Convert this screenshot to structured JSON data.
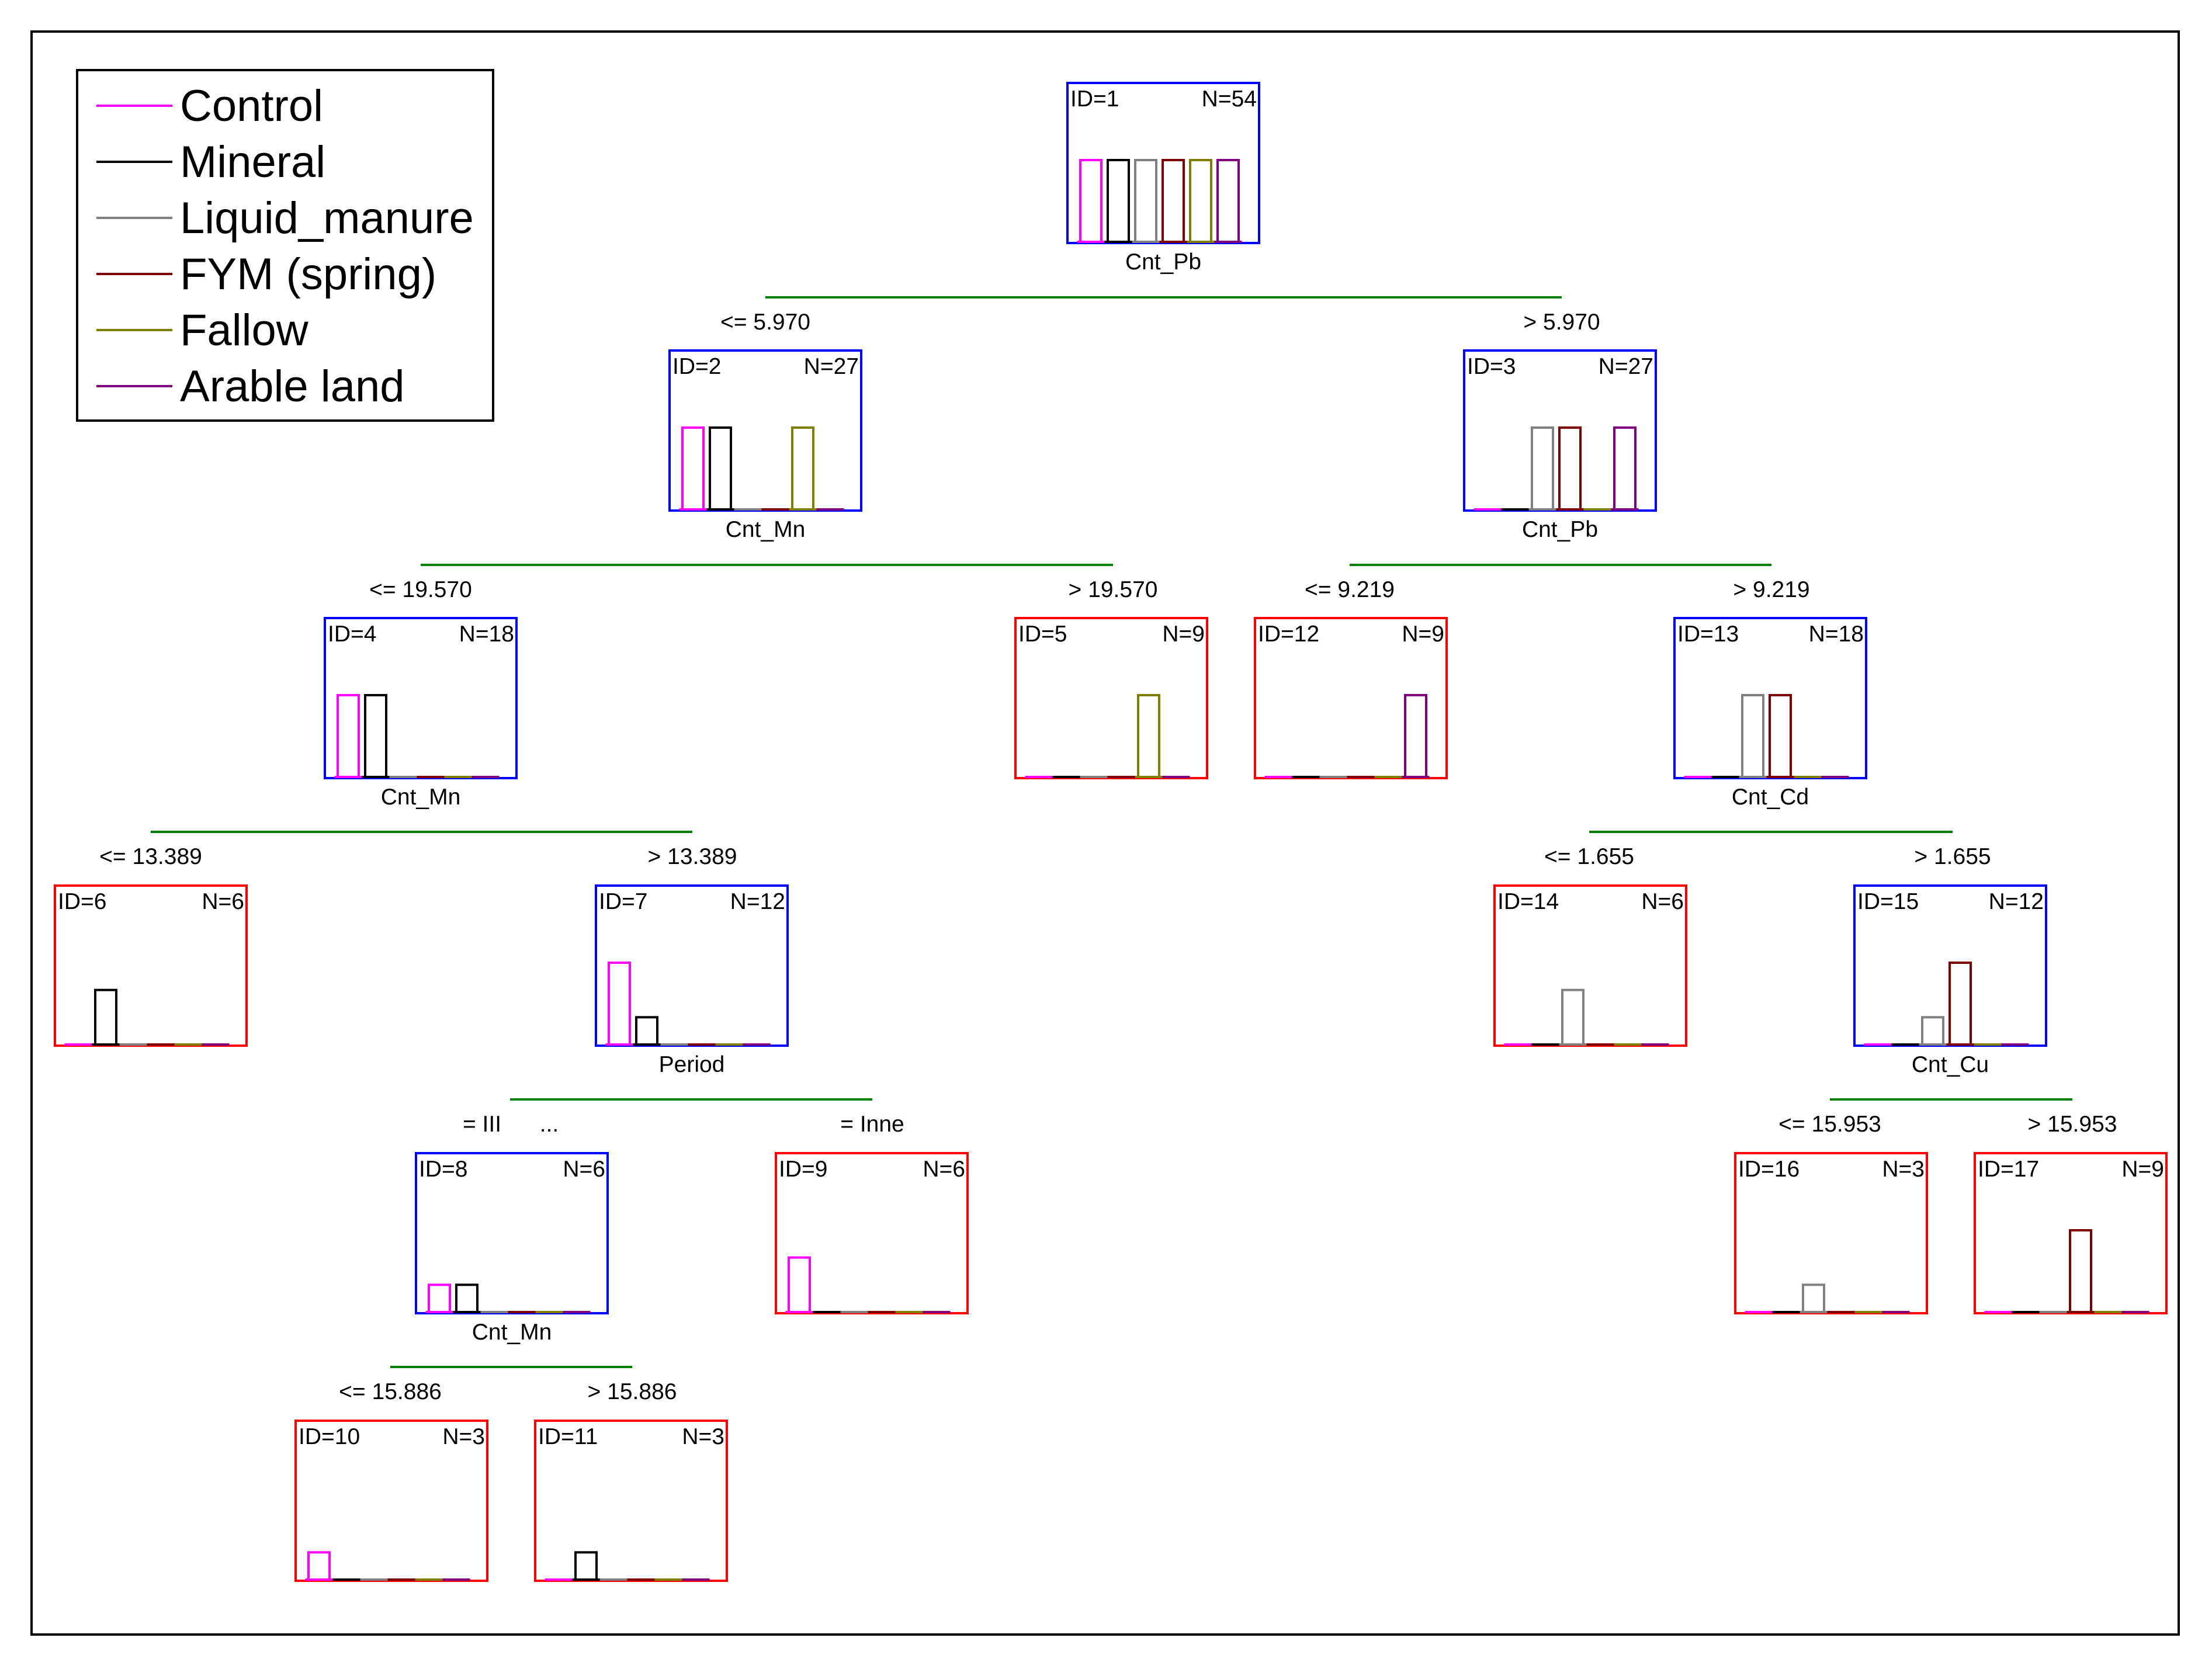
{
  "colors": {
    "split_node_border": "#0000ff",
    "leaf_node_border": "#ff0000",
    "branch_line": "#008000",
    "frame": "#000000"
  },
  "legend": {
    "items": [
      {
        "label": "Control",
        "color": "#ff00ff"
      },
      {
        "label": "Mineral",
        "color": "#000000"
      },
      {
        "label": "Liquid_manure",
        "color": "#808080"
      },
      {
        "label": "FYM (spring)",
        "color": "#800000"
      },
      {
        "label": "Fallow",
        "color": "#808000"
      },
      {
        "label": "Arable land",
        "color": "#800080"
      }
    ]
  },
  "tree": {
    "nodes": [
      {
        "id": "ID=1",
        "n": "N=54",
        "split": "Cnt_Pb",
        "counts": [
          9,
          9,
          9,
          9,
          9,
          9
        ]
      },
      {
        "id": "ID=2",
        "n": "N=27",
        "split": "Cnt_Mn",
        "counts": [
          9,
          9,
          0,
          0,
          9,
          0
        ]
      },
      {
        "id": "ID=3",
        "n": "N=27",
        "split": "Cnt_Pb",
        "counts": [
          0,
          0,
          9,
          9,
          0,
          9
        ]
      },
      {
        "id": "ID=4",
        "n": "N=18",
        "split": "Cnt_Mn",
        "counts": [
          9,
          9,
          0,
          0,
          0,
          0
        ]
      },
      {
        "id": "ID=5",
        "n": "N=9",
        "split": "",
        "counts": [
          0,
          0,
          0,
          0,
          9,
          0
        ]
      },
      {
        "id": "ID=12",
        "n": "N=9",
        "split": "",
        "counts": [
          0,
          0,
          0,
          0,
          0,
          9
        ]
      },
      {
        "id": "ID=13",
        "n": "N=18",
        "split": "Cnt_Cd",
        "counts": [
          0,
          0,
          9,
          9,
          0,
          0
        ]
      },
      {
        "id": "ID=6",
        "n": "N=6",
        "split": "",
        "counts": [
          0,
          6,
          0,
          0,
          0,
          0
        ]
      },
      {
        "id": "ID=7",
        "n": "N=12",
        "split": "Period",
        "counts": [
          9,
          3,
          0,
          0,
          0,
          0
        ]
      },
      {
        "id": "ID=14",
        "n": "N=6",
        "split": "",
        "counts": [
          0,
          0,
          6,
          0,
          0,
          0
        ]
      },
      {
        "id": "ID=15",
        "n": "N=12",
        "split": "Cnt_Cu",
        "counts": [
          0,
          0,
          3,
          9,
          0,
          0
        ]
      },
      {
        "id": "ID=8",
        "n": "N=6",
        "split": "Cnt_Mn",
        "counts": [
          3,
          3,
          0,
          0,
          0,
          0
        ]
      },
      {
        "id": "ID=9",
        "n": "N=6",
        "split": "",
        "counts": [
          6,
          0,
          0,
          0,
          0,
          0
        ]
      },
      {
        "id": "ID=16",
        "n": "N=3",
        "split": "",
        "counts": [
          0,
          0,
          3,
          0,
          0,
          0
        ]
      },
      {
        "id": "ID=17",
        "n": "N=9",
        "split": "",
        "counts": [
          0,
          0,
          0,
          9,
          0,
          0
        ]
      },
      {
        "id": "ID=10",
        "n": "N=3",
        "split": "",
        "counts": [
          3,
          0,
          0,
          0,
          0,
          0
        ]
      },
      {
        "id": "ID=11",
        "n": "N=3",
        "split": "",
        "counts": [
          0,
          3,
          0,
          0,
          0,
          0
        ]
      }
    ],
    "branch_labels": [
      "<= 5.970",
      "> 5.970",
      "<= 19.570",
      "> 19.570",
      "<= 9.219",
      "> 9.219",
      "<= 13.389",
      "> 13.389",
      "<= 1.655",
      "> 1.655",
      "= III",
      "...",
      "= Inne",
      "<= 15.953",
      "> 15.953",
      "<= 15.886",
      "> 15.886"
    ]
  }
}
